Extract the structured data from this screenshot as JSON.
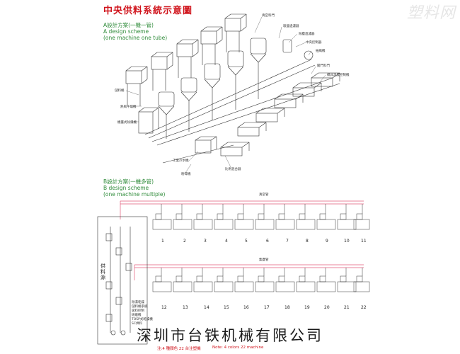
{
  "title": "中央供料系統示意圖",
  "watermark": "塑料网",
  "scheme_a": {
    "cn": "A設計方案(一機一管)",
    "en1": "A design scheme",
    "en2": "(one machine one tube)"
  },
  "scheme_b": {
    "cn": "B設計方案(一機多管)",
    "en1": "B design scheme",
    "en2": "(one machine multiple)"
  },
  "callouts_a": [
    "真空料門",
    "吸盤過濾器",
    "除塵過濾器",
    "中央控制器",
    "抽風機",
    "閥門料門",
    "儲料桶",
    "熱風干燥機",
    "模具溫度控制機",
    "機臺式除濕機",
    "工業冷水機",
    "比例混合器",
    "粉碎機"
  ],
  "pipe_label_top": "真空管",
  "pipe_label_bottom": "集塵管",
  "row1_numbers": [
    "1",
    "2",
    "3",
    "4",
    "5",
    "6",
    "7",
    "8",
    "9",
    "10",
    "11"
  ],
  "row2_numbers": [
    "12",
    "13",
    "14",
    "15",
    "16",
    "17",
    "18",
    "19",
    "20",
    "21",
    "22"
  ],
  "left_panel_label": "供料源",
  "left_panel_legend": [
    "除濕乾燥",
    "儲料桶系統",
    "吸料控制",
    "研磨機",
    "TOSP式乾燥機",
    "SC供料"
  ],
  "note_cn": "注:4 種顏色 22 台注塑機",
  "note_en": "Note: 4 colors 22 machine",
  "company": "深圳市台铁机械有限公司",
  "colors": {
    "title": "#d0141c",
    "scheme_text": "#2f8b3a",
    "pipe_pink": "#e35a7a",
    "line": "#333333"
  }
}
